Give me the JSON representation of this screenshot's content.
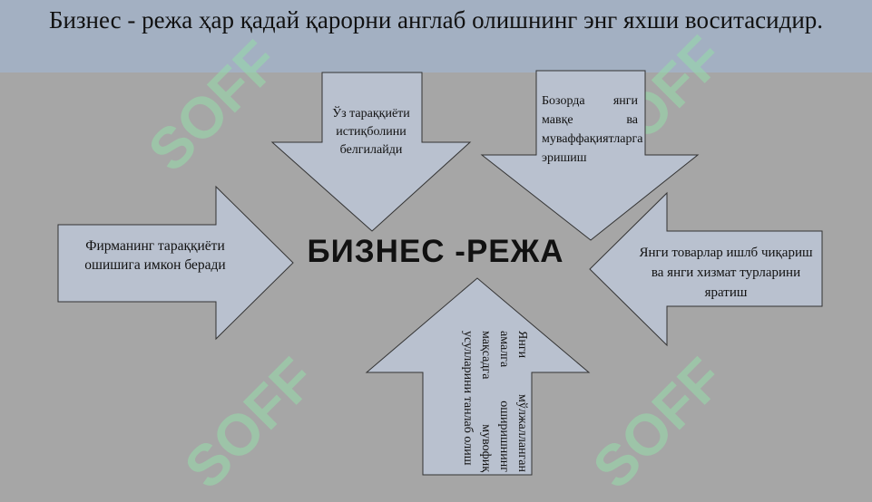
{
  "title": "Бизнес - режа ҳар қадай қарорни англаб олишнинг энг яхши воситасидир.",
  "center_label": "БИЗНЕС -РЕЖА",
  "arrows": {
    "top_left": "Ўз тараққиёти истиқболини белгилайди",
    "top_right": "Бозорда янги мавқе ва муваффақиятларга эришиш",
    "left": "Фирманинг тараққиёти ошишига имкон беради",
    "right": "Янги товарлар ишлб чиқариш ва янги хизмат турларини яратиш",
    "bottom": "Янги мўлжалланган амалга оширишнинг мақсадга мувофиқ усулларини танлаб олиш"
  },
  "watermark": "SOFF",
  "colors": {
    "arrow_fill": "#b9c1cf",
    "arrow_stroke": "#333333",
    "header": "#a3b0c2",
    "background": "#a6a6a6"
  }
}
